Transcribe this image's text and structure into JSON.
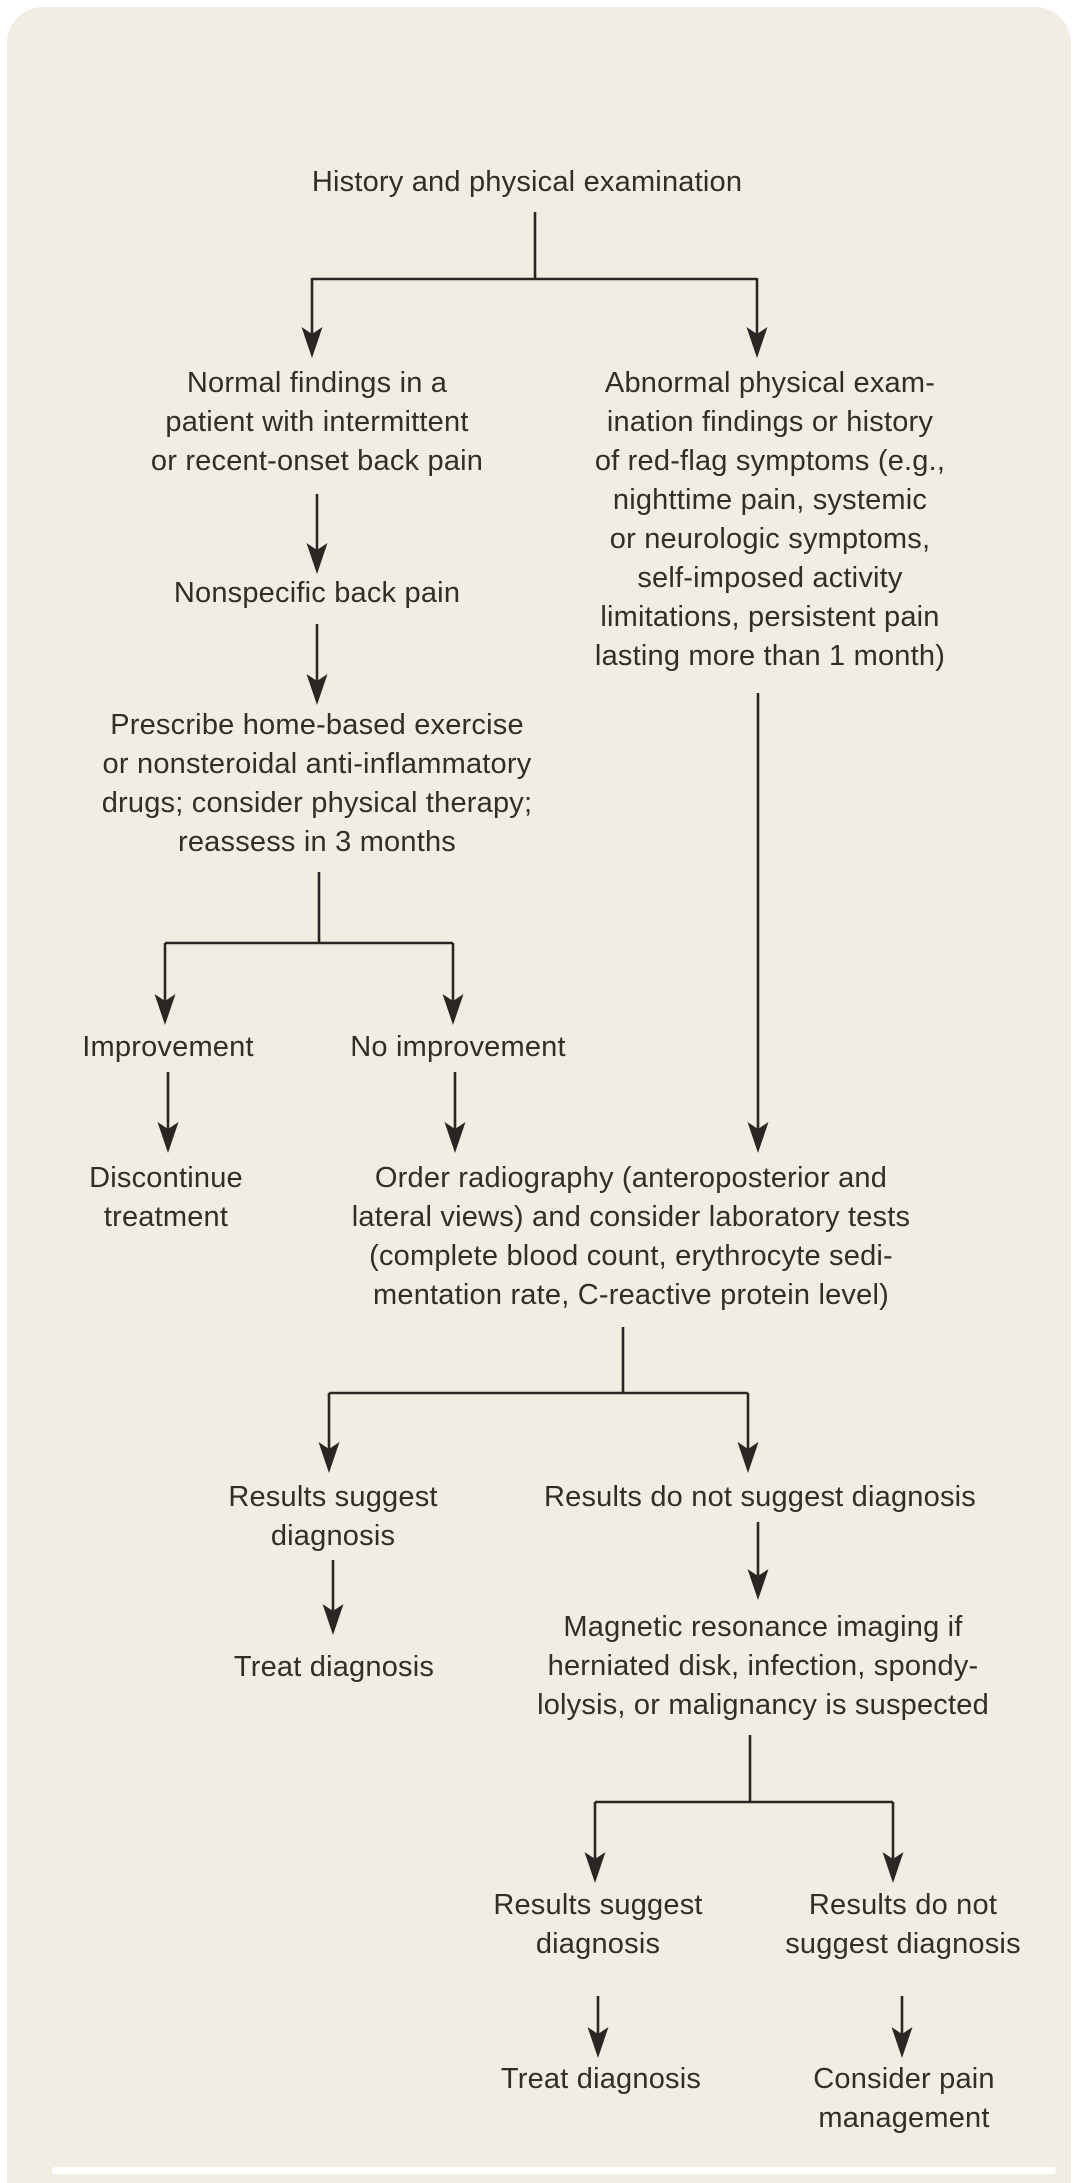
{
  "figure": {
    "background_color": "#f2ede2",
    "line_color": "#2a2623",
    "text_color": "#322d28",
    "nodes": {
      "root": "History and physical examination",
      "normal_findings": "Normal findings in a\npatient with intermittent\nor recent-onset back pain",
      "abnormal_findings": "Abnormal physical exam-\nination findings or history\nof red-flag symptoms (e.g.,\nnighttime pain, systemic\nor neurologic symptoms,\nself-imposed activity\nlimitations, persistent pain\nlasting more than 1 month)",
      "nonspecific": "Nonspecific back pain",
      "prescribe": "Prescribe home-based exercise\nor nonsteroidal anti-inflammatory\ndrugs; consider physical therapy;\nreassess in 3 months",
      "improvement": "Improvement",
      "no_improvement": "No improvement",
      "discontinue": "Discontinue\ntreatment",
      "radiography": "Order radiography (anteroposterior and\nlateral views) and consider laboratory tests\n(complete blood count, erythrocyte sedi-\nmentation rate, C-reactive protein level)",
      "results_suggest_1": "Results suggest\ndiagnosis",
      "results_not_suggest_1": "Results do not suggest diagnosis",
      "treat_1": "Treat diagnosis",
      "mri": "Magnetic resonance imaging if\nherniated disk, infection, spondy-\nlolysis, or malignancy is suspected",
      "results_suggest_2": "Results suggest\ndiagnosis",
      "results_not_suggest_2": "Results do not\nsuggest diagnosis",
      "treat_2": "Treat diagnosis",
      "pain_mgmt": "Consider pain\nmanagement"
    }
  }
}
